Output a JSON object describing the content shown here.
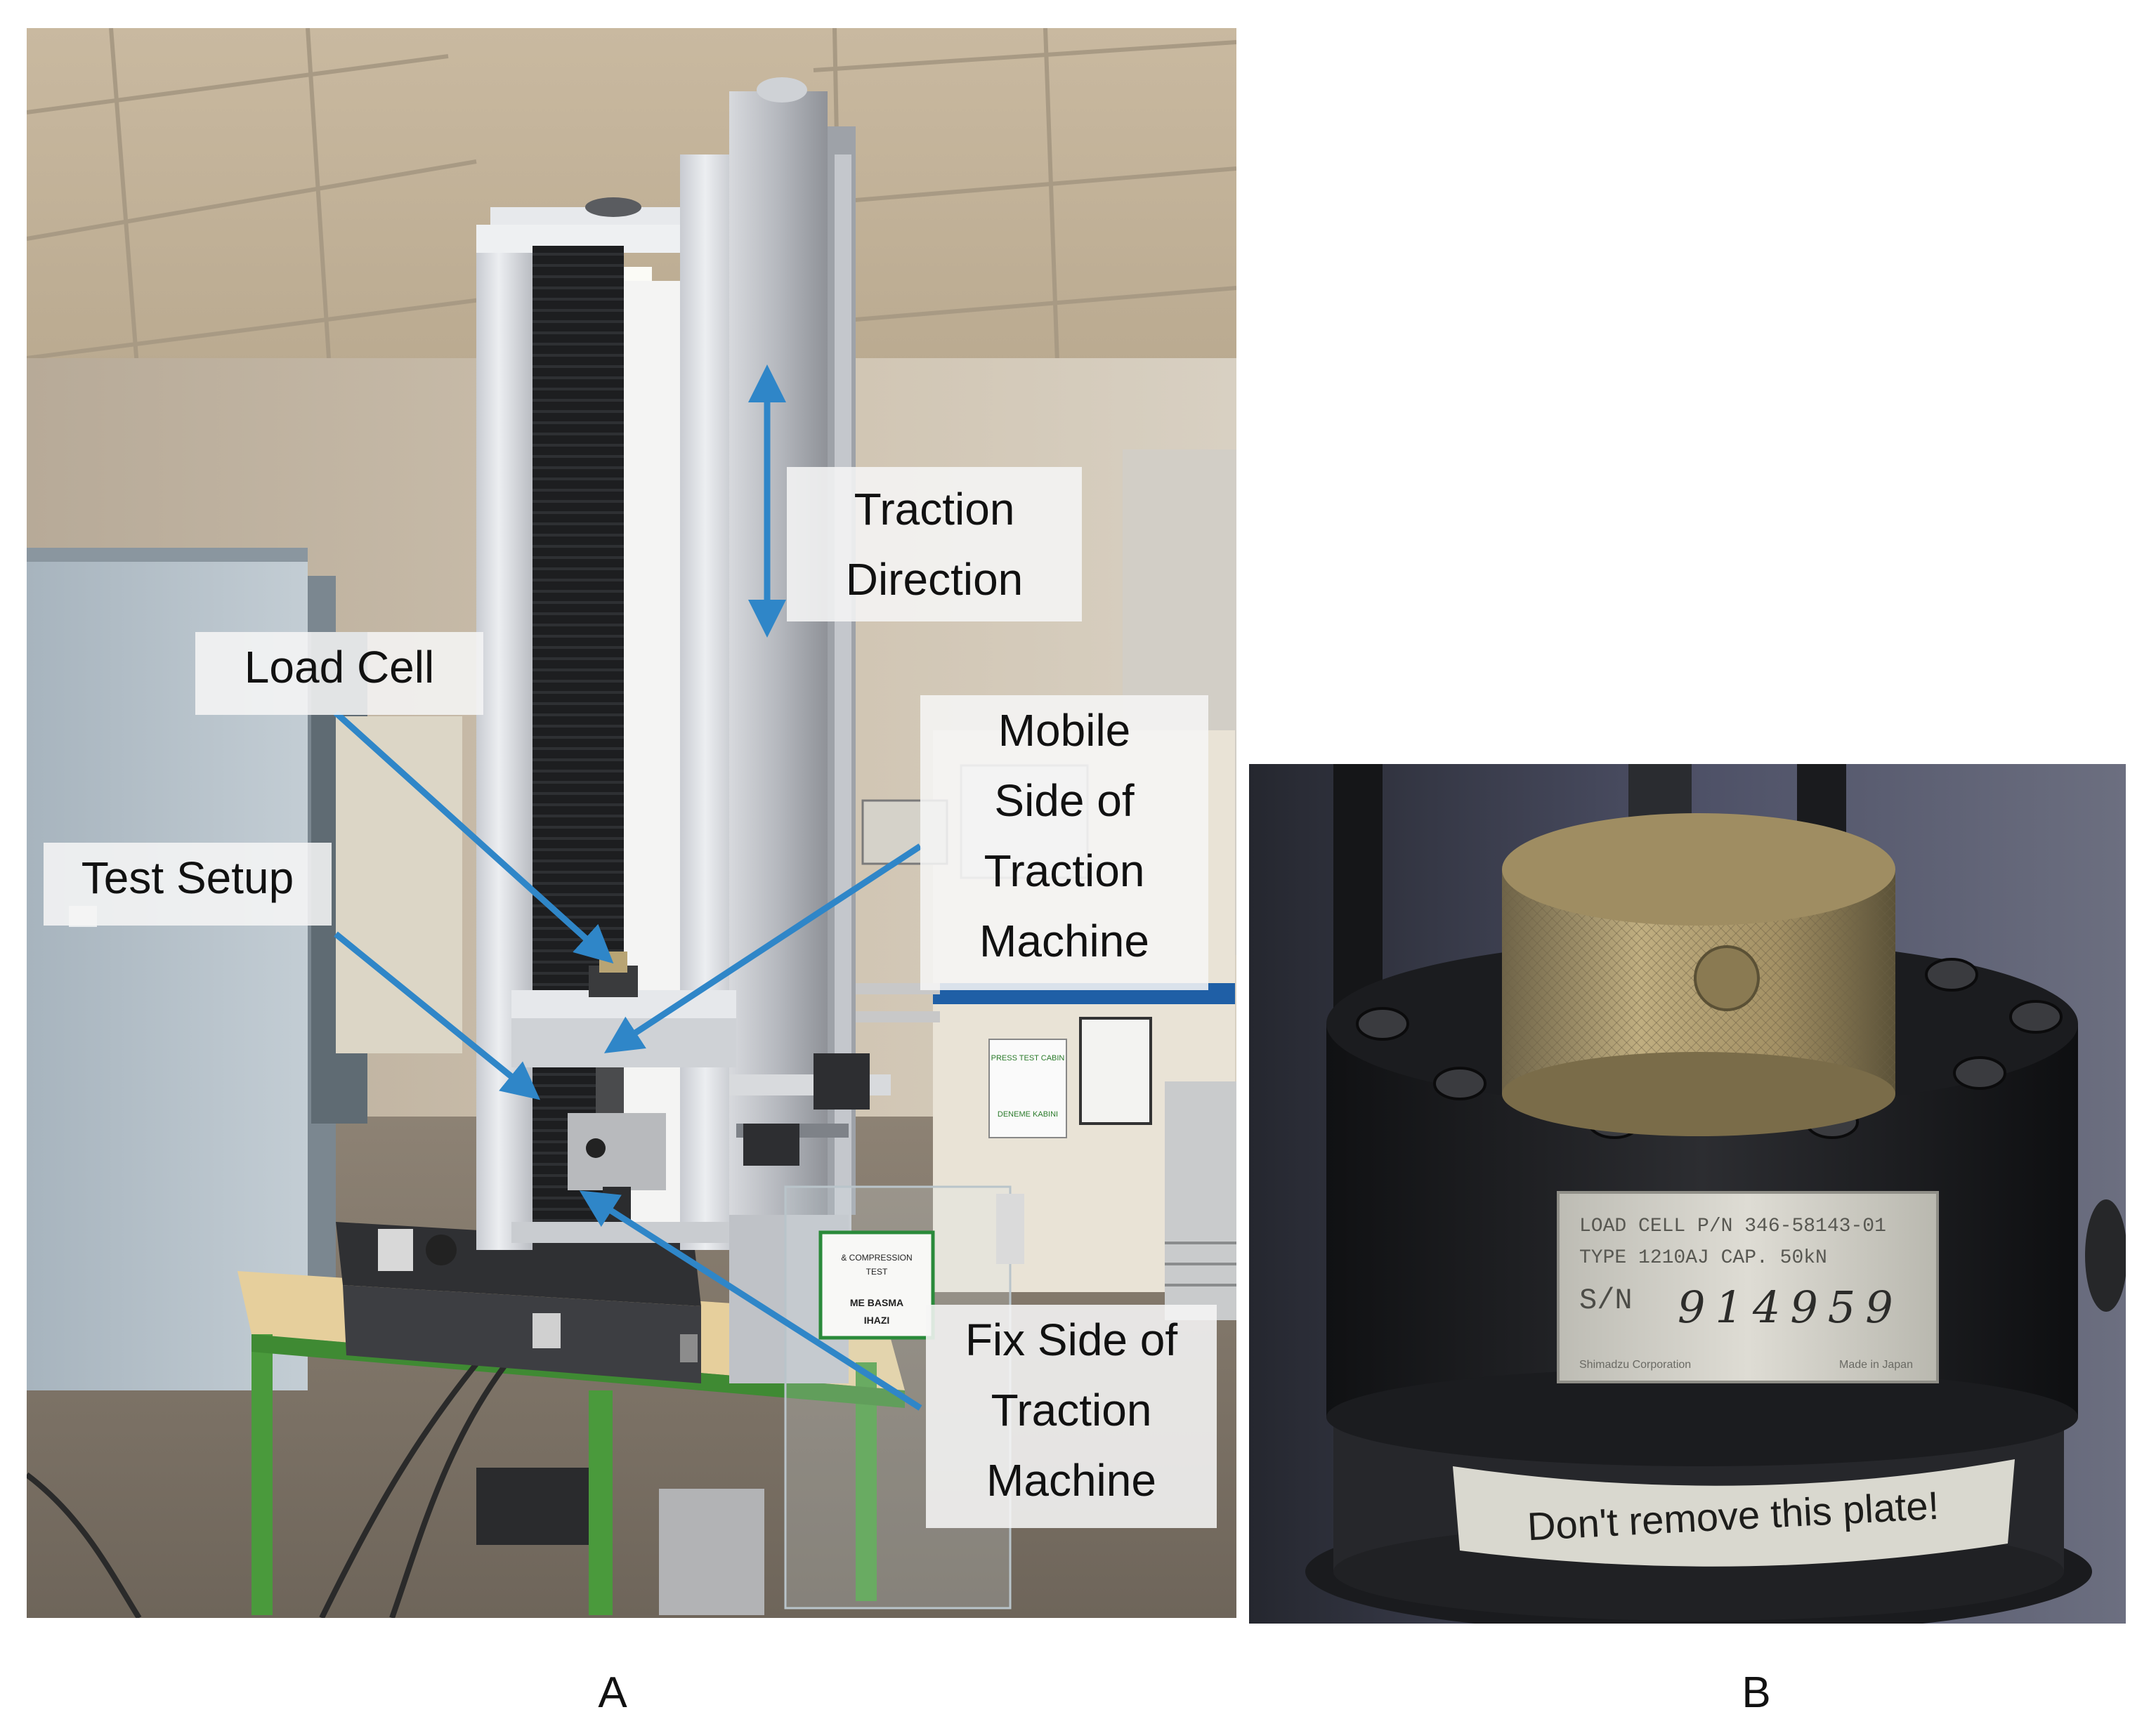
{
  "figure": {
    "panel_a": {
      "label": "A",
      "description_role": "photo of traction machine",
      "callouts": [
        {
          "id": "traction-direction",
          "text": "Traction\nDirection"
        },
        {
          "id": "load-cell",
          "text": "Load Cell"
        },
        {
          "id": "mobile-side",
          "text": "Mobile\nSide of\nTraction\nMachine"
        },
        {
          "id": "test-setup",
          "text": "Test Setup"
        },
        {
          "id": "fix-side",
          "text": "Fix Side of\nTraction\nMachine"
        }
      ],
      "signage": {
        "cabin_sign_line1": "PRESS TEST CABIN",
        "cabin_sign_line2": "DENEME KABINI",
        "test_sign_line1": "& COMPRESSION",
        "test_sign_line2": "TEST",
        "test_sign_line3": "ME BASMA",
        "test_sign_line4": "IHAZI"
      }
    },
    "panel_b": {
      "label": "B",
      "plate": {
        "line1": "LOAD CELL  P/N 346-58143-01",
        "line2": "TYPE 1210AJ  CAP. 50kN",
        "serial_prefix": "S/N",
        "serial_handwritten": "914959",
        "footer_left": "Shimadzu Corporation",
        "footer_right": "Made in Japan"
      },
      "sticker": "Don't remove this plate!"
    }
  },
  "colors": {
    "arrow": "#2f86c8",
    "callout_bg": "#f2f2f2",
    "frame_column": "#e4e6ea",
    "table_leg": "#4a9a3c",
    "brass": "#a89466"
  }
}
